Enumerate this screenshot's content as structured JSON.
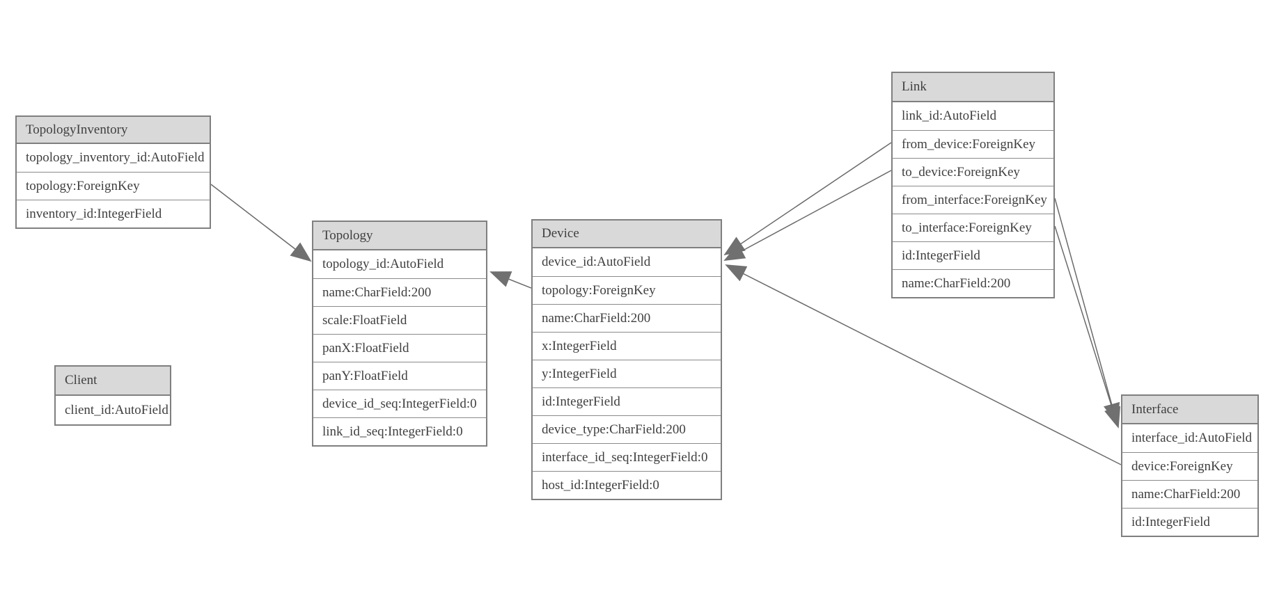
{
  "diagram": {
    "colors": {
      "background": "#ffffff",
      "box_border": "#7f7f7f",
      "box_border_light": "#8a8a8a",
      "header_fill": "#d9d9d9",
      "text": "#3f3f3f",
      "line": "#6a6a6a",
      "arrowhead": "#707070"
    },
    "entities": [
      {
        "id": "topology_inventory",
        "title": "TopologyInventory",
        "fields": [
          "topology_inventory_id:AutoField",
          "topology:ForeignKey",
          "inventory_id:IntegerField"
        ]
      },
      {
        "id": "topology",
        "title": "Topology",
        "fields": [
          "topology_id:AutoField",
          "name:CharField:200",
          "scale:FloatField",
          "panX:FloatField",
          "panY:FloatField",
          "device_id_seq:IntegerField:0",
          "link_id_seq:IntegerField:0"
        ]
      },
      {
        "id": "client",
        "title": "Client",
        "fields": [
          "client_id:AutoField"
        ]
      },
      {
        "id": "device",
        "title": "Device",
        "fields": [
          "device_id:AutoField",
          "topology:ForeignKey",
          "name:CharField:200",
          "x:IntegerField",
          "y:IntegerField",
          "id:IntegerField",
          "device_type:CharField:200",
          "interface_id_seq:IntegerField:0",
          "host_id:IntegerField:0"
        ]
      },
      {
        "id": "link",
        "title": "Link",
        "fields": [
          "link_id:AutoField",
          "from_device:ForeignKey",
          "to_device:ForeignKey",
          "from_interface:ForeignKey",
          "to_interface:ForeignKey",
          "id:IntegerField",
          "name:CharField:200"
        ]
      },
      {
        "id": "interface",
        "title": "Interface",
        "fields": [
          "interface_id:AutoField",
          "device:ForeignKey",
          "name:CharField:200",
          "id:IntegerField"
        ]
      }
    ],
    "relations": [
      {
        "id": "ti_topology",
        "from": "TopologyInventory.topology",
        "to": "Topology"
      },
      {
        "id": "device_topology",
        "from": "Device.topology",
        "to": "Topology"
      },
      {
        "id": "link_from_device",
        "from": "Link.from_device",
        "to": "Device"
      },
      {
        "id": "link_to_device",
        "from": "Link.to_device",
        "to": "Device"
      },
      {
        "id": "link_from_interface",
        "from": "Link.from_interface",
        "to": "Interface"
      },
      {
        "id": "link_to_interface",
        "from": "Link.to_interface",
        "to": "Interface"
      },
      {
        "id": "interface_device",
        "from": "Interface.device",
        "to": "Device"
      }
    ]
  }
}
